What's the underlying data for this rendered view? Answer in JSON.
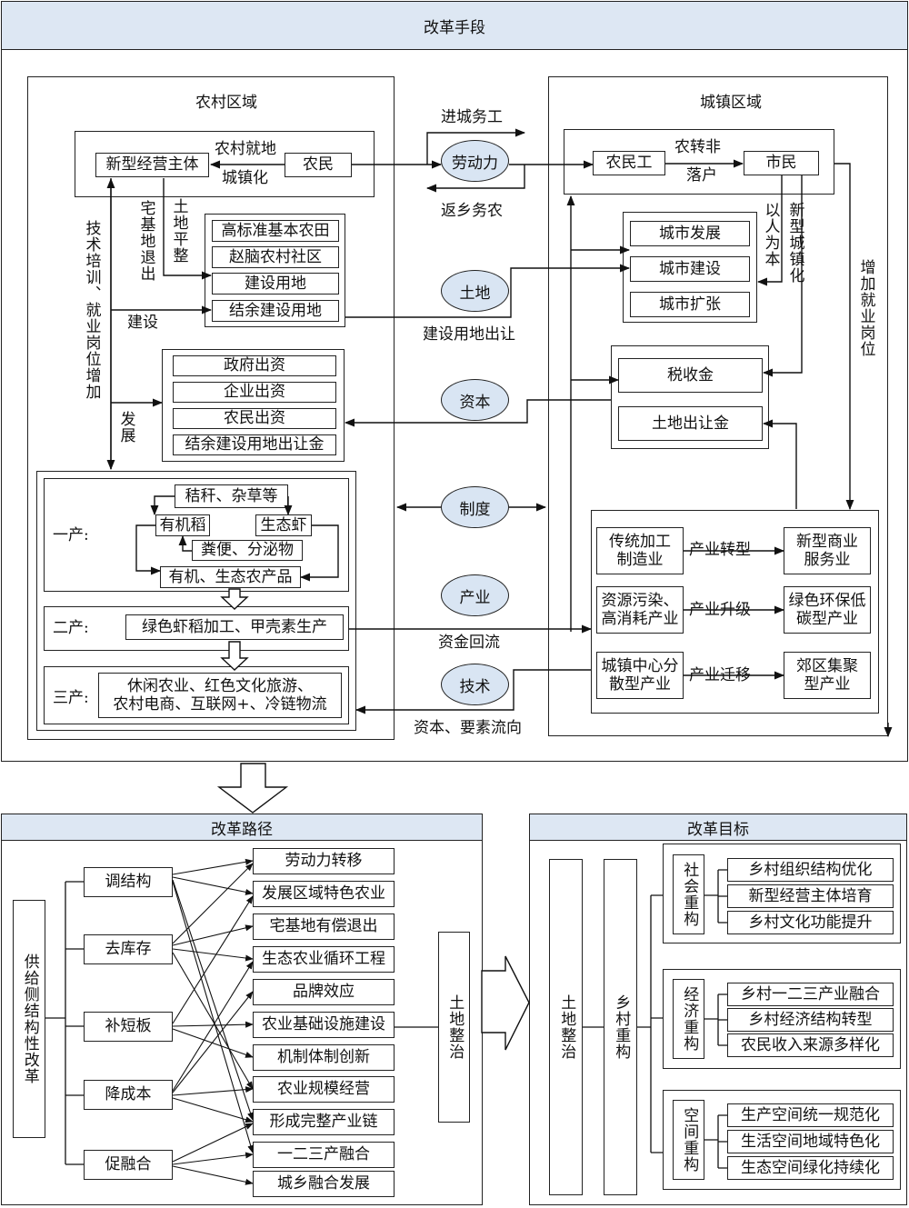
{
  "top": {
    "title": "改革手段",
    "rural": {
      "title": "农村区域",
      "new_entity": "新型经营主体",
      "farmer": "农民",
      "local_job": "农村就地",
      "local_urban": "城镇化",
      "homestead_exit": "宅基地退出",
      "land_leveling": "土地平整",
      "land_items": [
        "高标准基本农田",
        "赵脑农村社区",
        "建设用地",
        "结余建设用地"
      ],
      "tech_training": "技术培训、就业岗位增加",
      "construction": "建设",
      "development": "发展",
      "capital_items": [
        "政府出资",
        "企业出资",
        "农民出资",
        "结余建设用地出让金"
      ],
      "primary_label": "一产:",
      "straw": "秸秆、杂草等",
      "organic_rice": "有机稻",
      "eco_shrimp": "生态虾",
      "manure": "粪便、分泌物",
      "eco_products": "有机、生态农产品",
      "secondary_label": "二产:",
      "secondary_box": "绿色虾稻加工、甲壳素生产",
      "tertiary_label": "三产:",
      "tertiary_box_1": "休闲农业、红色文化旅游、",
      "tertiary_box_2": "农村电商、互联网+、冷链物流"
    },
    "middle": {
      "to_city": "进城务工",
      "labor": "劳动力",
      "return": "返乡务农",
      "land": "土地",
      "land_transfer": "建设用地出让",
      "capital": "资本",
      "system": "制度",
      "industry": "产业",
      "fund_return": "资金回流",
      "tech": "技术",
      "capital_flow": "资本、要素流向"
    },
    "urban": {
      "title": "城镇区域",
      "migrant_worker": "农民工",
      "nonag": "农转非",
      "settle": "落户",
      "citizen": "市民",
      "people_oriented": "以人为本",
      "new_urbanization": "新型城镇化",
      "city_items": [
        "城市发展",
        "城市建设",
        "城市扩张"
      ],
      "add_jobs": "增加就业岗位",
      "tax": "税收金",
      "land_fee": "土地出让金",
      "ind_rows": [
        {
          "from_1": "传统加工",
          "from_2": "制造业",
          "action": "产业转型",
          "to_1": "新型商业",
          "to_2": "服务业"
        },
        {
          "from_1": "资源污染、",
          "from_2": "高消耗产业",
          "action": "产业升级",
          "to_1": "绿色环保低",
          "to_2": "碳型产业"
        },
        {
          "from_1": "城镇中心分",
          "from_2": "散型产业",
          "action": "产业迁移",
          "to_1": "郊区集聚",
          "to_2": "型产业"
        }
      ]
    }
  },
  "path": {
    "title": "改革路径",
    "reform": "供给侧结构性改革",
    "actions": [
      "调结构",
      "去库存",
      "补短板",
      "降成本",
      "促融合"
    ],
    "targets": [
      "劳动力转移",
      "发展区域特色农业",
      "宅基地有偿退出",
      "生态农业循环工程",
      "品牌效应",
      "农业基础设施建设",
      "机制体制创新",
      "农业规模经营",
      "形成完整产业链",
      "一二三产融合",
      "城乡融合发展"
    ],
    "consolidation": "土地整治"
  },
  "goal": {
    "title": "改革目标",
    "consolidation": "土地整治",
    "rural_restructure": "乡村重构",
    "groups": [
      {
        "name": "社会重构",
        "items": [
          "乡村组织结构优化",
          "新型经营主体培育",
          "乡村文化功能提升"
        ]
      },
      {
        "name": "经济重构",
        "items": [
          "乡村一二三产业融合",
          "乡村经济结构转型",
          "农民收入来源多样化"
        ]
      },
      {
        "name": "空间重构",
        "items": [
          "生产空间统一规范化",
          "生活空间地域特色化",
          "生态空间绿化持续化"
        ]
      }
    ]
  }
}
